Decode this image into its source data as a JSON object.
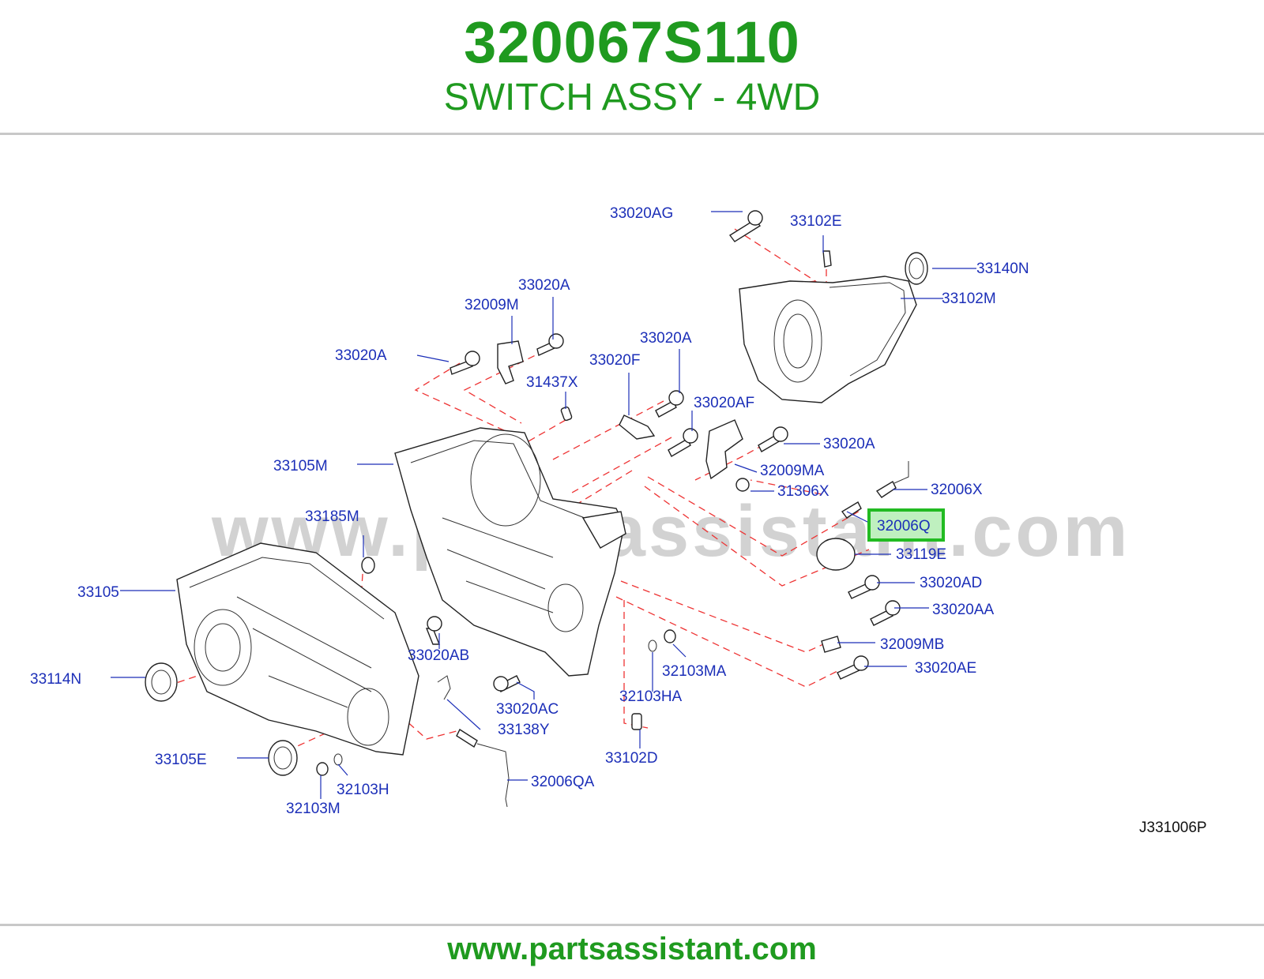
{
  "header": {
    "part_number": "320067S110",
    "part_name": "SWITCH ASSY - 4WD"
  },
  "diagram": {
    "watermark": "www.partsassistant.com",
    "code": "J331006P",
    "highlighted_label": "32006Q",
    "highlight_color": "#22bb22",
    "labels": {
      "l01": "33020AG",
      "l02": "33102E",
      "l03": "33140N",
      "l04": "33102M",
      "l05": "33020A",
      "l06": "32009M",
      "l07": "33020A",
      "l08": "33020A",
      "l09": "33020F",
      "l10": "31437X",
      "l11": "33020AF",
      "l12": "33105M",
      "l13": "33020A",
      "l14": "32009MA",
      "l15": "31306X",
      "l16": "32006X",
      "l17": "32006Q",
      "l18": "33185M",
      "l19": "33119E",
      "l20": "33105",
      "l21": "33020AD",
      "l22": "33020AA",
      "l23": "33020AB",
      "l24": "32009MB",
      "l25": "33114N",
      "l26": "32103MA",
      "l27": "33020AE",
      "l28": "33020AC",
      "l29": "32103HA",
      "l30": "33138Y",
      "l31": "33105E",
      "l32": "33102D",
      "l33": "32006QA",
      "l34": "32103H",
      "l35": "32103M"
    }
  },
  "footer": {
    "url": "www.partsassistant.com"
  }
}
